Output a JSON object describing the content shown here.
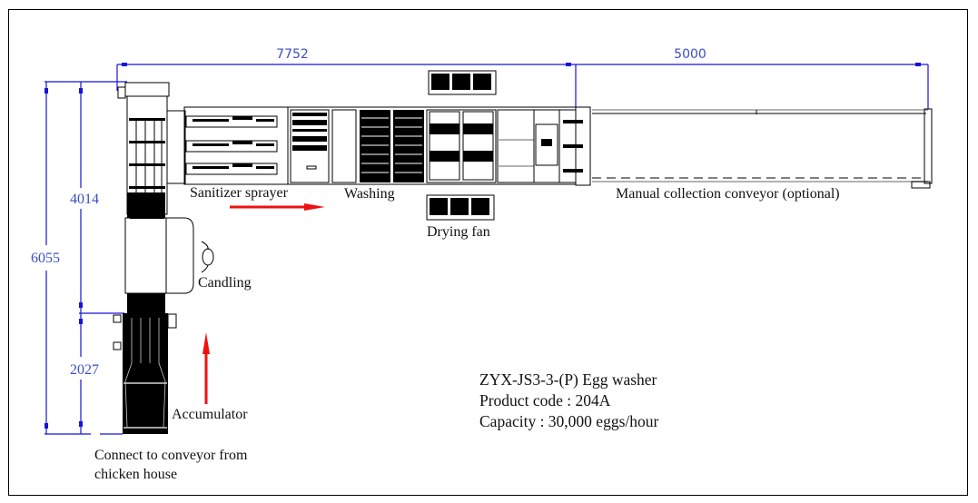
{
  "diagram": {
    "type": "egg-washer-layout-plan",
    "dimensions": {
      "main_length": "7752",
      "collection_length": "5000",
      "total_height": "6055",
      "upper_height": "4014",
      "lower_height": "2027"
    },
    "labels": {
      "sanitizer": "Sanitizer sprayer",
      "washing": "Washing",
      "drying_fan": "Drying fan",
      "manual_collection": "Manual collection conveyor (optional)",
      "candling": "Candling",
      "accumulator": "Accumulator",
      "connect_line1": "Connect to conveyor from",
      "connect_line2": "chicken house"
    },
    "info": {
      "model": "ZYX-JS3-3-(P) Egg washer",
      "product_code": "Product code : 204A",
      "capacity": "Capacity : 30,000 eggs/hour"
    },
    "flow_arrows": [
      {
        "name": "feed-flow-arrow",
        "direction": "up"
      },
      {
        "name": "wash-flow-arrow",
        "direction": "right"
      }
    ],
    "colors": {
      "dimension": "#1414d6",
      "dimension_text": "#3b4fc4",
      "flow_arrow": "#ee1111",
      "machine": "#000000"
    }
  }
}
